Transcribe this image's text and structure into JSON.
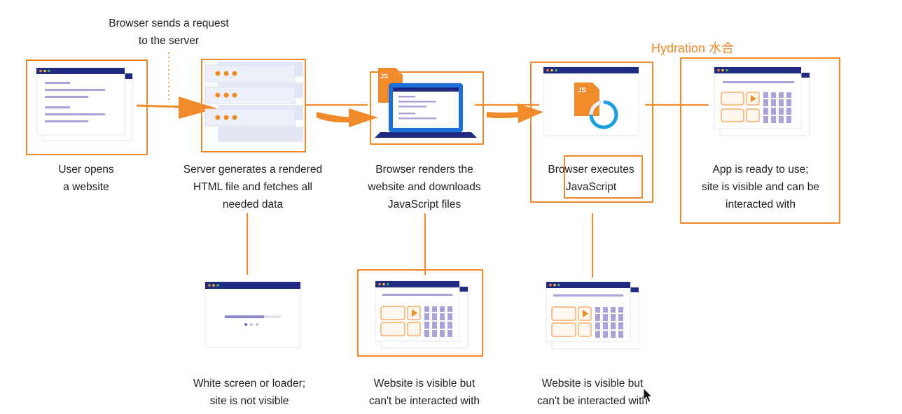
{
  "top_note": "Browser sends a request\nto the server",
  "hydration_label": "Hydration 水合",
  "colors": {
    "accent": "#f08a2a",
    "navy": "#1f2a80",
    "purple": "#a9a3d9",
    "blue": "#1b6fd8"
  },
  "steps": [
    {
      "label": "User opens\na website",
      "icon": "browser-window-icon"
    },
    {
      "label": "Server generates a rendered\nHTML file and fetches all\nneeded data",
      "icon": "server-stack-icon"
    },
    {
      "label": "Browser renders the\nwebsite and downloads\nJavaScript files",
      "icon": "laptop-js-icon"
    },
    {
      "label": "Browser executes\nJavaScript",
      "icon": "js-loading-icon"
    },
    {
      "label": "App is ready to use;\nsite is visible and can be\ninteracted with",
      "icon": "app-window-icon"
    }
  ],
  "states": [
    {
      "label": "White screen or loader;\nsite is not visible",
      "icon": "loader-window-icon"
    },
    {
      "label": "Website is visible but\ncan't be interacted with",
      "icon": "static-window-icon"
    },
    {
      "label": "Website is visible but\ncan't be interacted with",
      "icon": "static-window-icon"
    }
  ]
}
